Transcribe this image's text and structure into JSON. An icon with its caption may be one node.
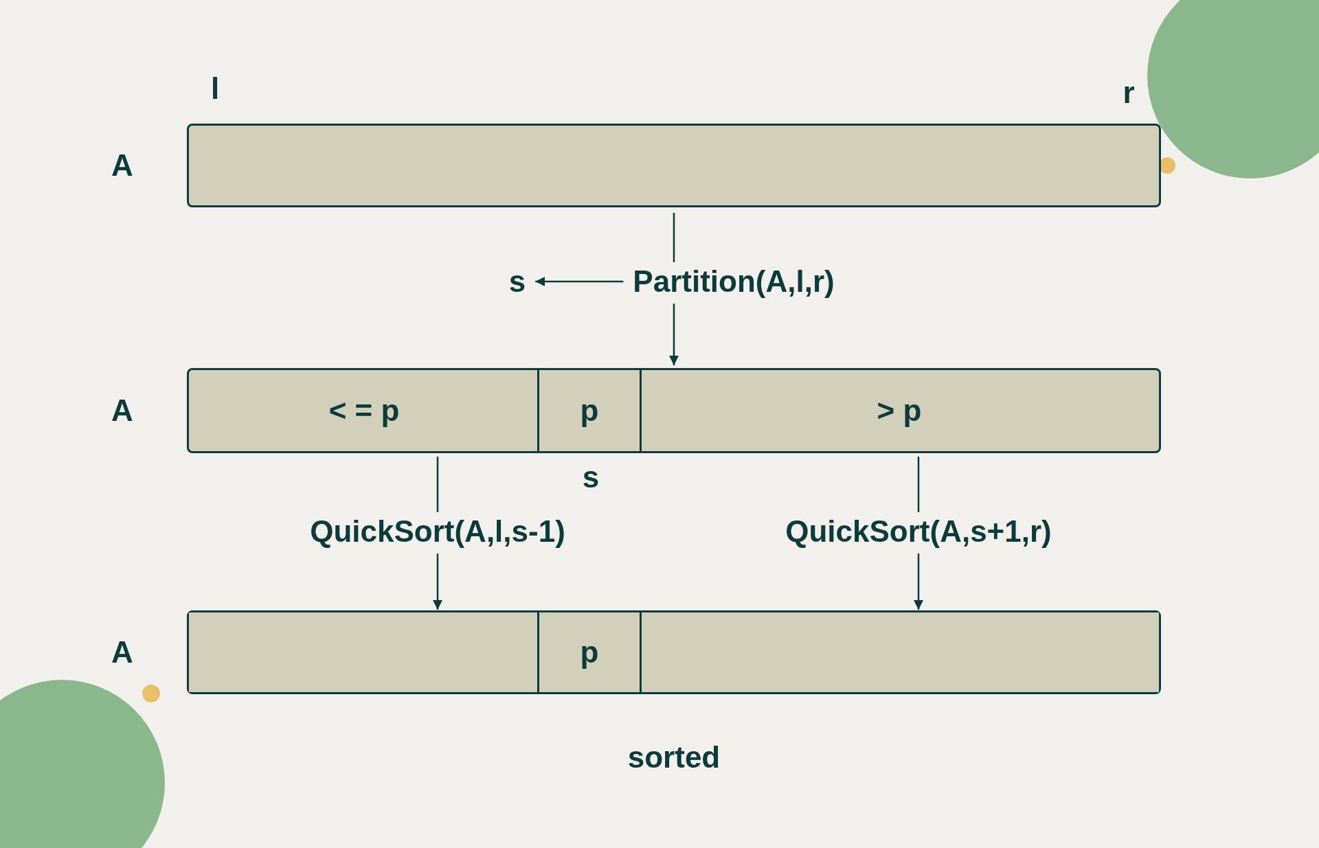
{
  "diagram": {
    "nodes": [
      {
        "text": [],
        "shape": "bar",
        "beside": [
          "A",
          "l",
          "r"
        ]
      },
      {
        "text": [
          "Partition(A,l,r)"
        ]
      },
      {
        "text": [
          "s"
        ]
      },
      {
        "text": [],
        "shape": "bar",
        "beside": [
          "A"
        ]
      },
      {
        "text": [
          "< = p"
        ],
        "in": 3
      },
      {
        "text": [
          "p"
        ],
        "in": 3,
        "beside": [
          "s"
        ]
      },
      {
        "text": [
          "> p"
        ],
        "in": 3
      },
      {
        "text": [
          "QuickSort(A,l,s-1)"
        ]
      },
      {
        "text": [
          "QuickSort(A,s+1,r)"
        ]
      },
      {
        "text": [],
        "shape": "bar",
        "beside": [
          "A",
          "sorted"
        ]
      },
      {
        "text": [],
        "shape": "box",
        "in": 9
      },
      {
        "text": [
          "p"
        ],
        "in": 9
      },
      {
        "text": [],
        "shape": "box",
        "in": 9
      }
    ],
    "edges": [
      {
        "from": 0,
        "to": 1,
        "arrow": "none"
      },
      {
        "from": 1,
        "to": 3,
        "arrow": "to"
      },
      {
        "from": 1,
        "to": 2,
        "arrow": "to"
      },
      {
        "from": 4,
        "to": 7,
        "arrow": "none"
      },
      {
        "from": 7,
        "to": 10,
        "arrow": "to"
      },
      {
        "from": 6,
        "to": 8,
        "arrow": "none"
      },
      {
        "from": 8,
        "to": 12,
        "arrow": "to"
      }
    ]
  }
}
